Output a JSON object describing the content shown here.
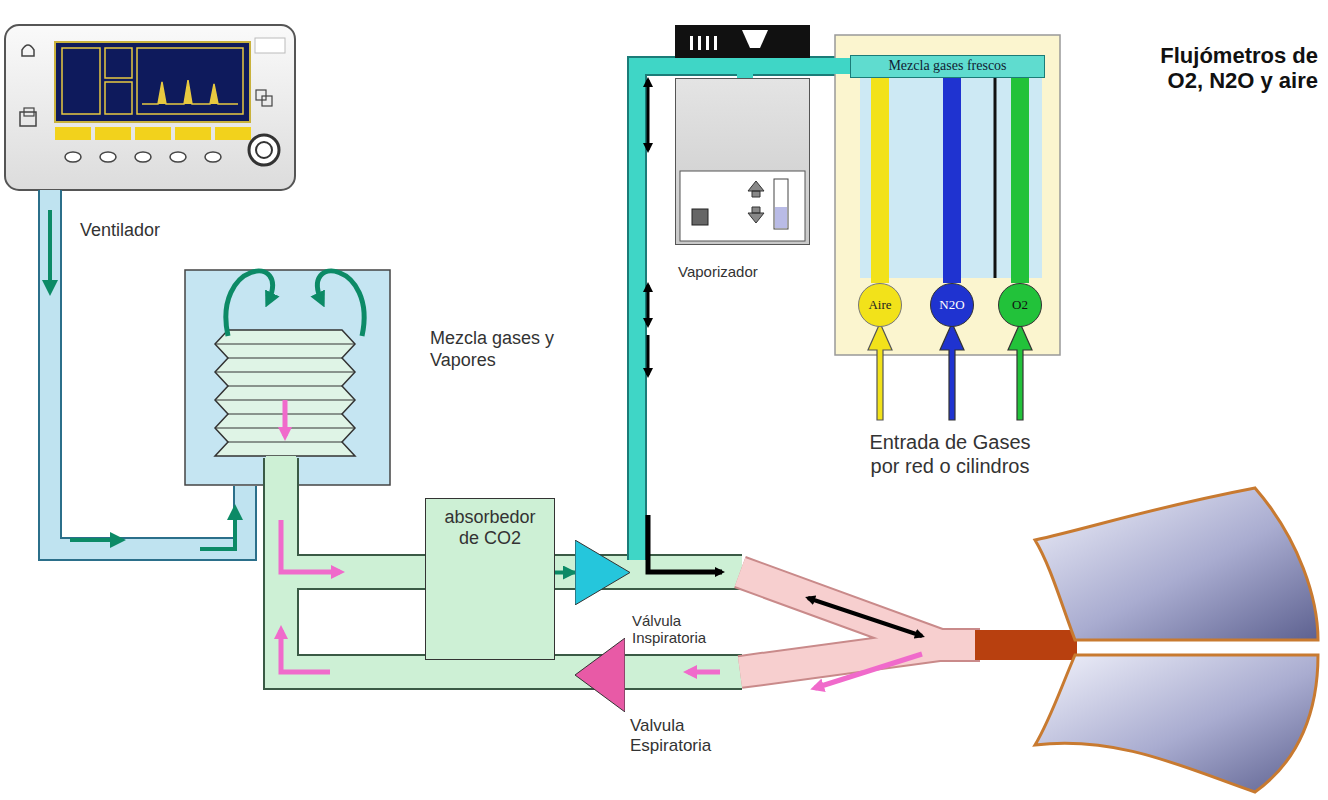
{
  "diagram": {
    "nodes": [
      {
        "text": [
          "Ventilador"
        ]
      },
      {
        "text": [
          "Vaporizador"
        ]
      },
      {
        "text": [
          "Flujómetros de O2, N2O y aire"
        ]
      },
      {
        "text": [
          "Mezcla gases frescos"
        ],
        "in": 2
      },
      {
        "text": [
          "Aire"
        ],
        "in": 2
      },
      {
        "text": [
          "N2O"
        ],
        "in": 2
      },
      {
        "text": [
          "O2"
        ],
        "in": 2
      },
      {
        "text": [
          "absorbedor de CO2"
        ]
      },
      {
        "text": [
          "Válvula Inspiratoria"
        ]
      },
      {
        "text": [
          "Valvula Espiratoria"
        ]
      }
    ],
    "edges": [
      {
        "from": 7,
        "to": 8,
        "arrow": "to"
      },
      {
        "from": 3,
        "to": 1,
        "arrow": "none"
      },
      {
        "from": 4,
        "to": 3,
        "arrow": "none"
      },
      {
        "from": 5,
        "to": 3,
        "arrow": "none"
      },
      {
        "from": 6,
        "to": 3,
        "arrow": "none"
      }
    ],
    "labels": [
      "Mezcla gases y Vapores",
      "Entrada de Gases por red o cilindros"
    ]
  }
}
